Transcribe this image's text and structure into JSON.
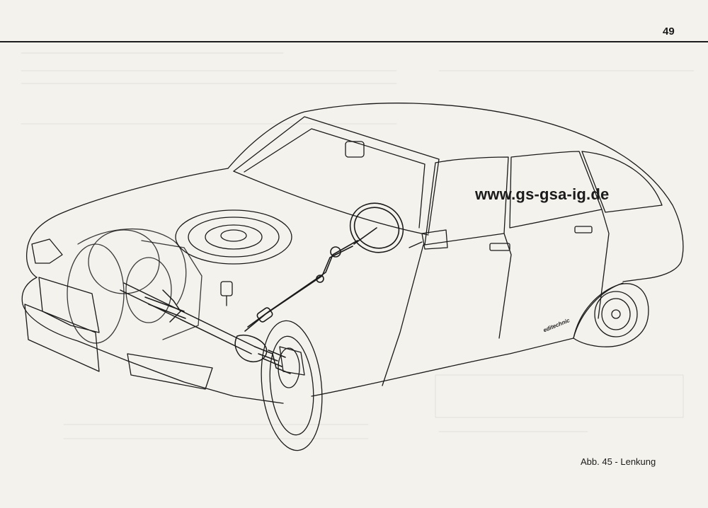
{
  "header": {
    "page_number": "49"
  },
  "watermark": {
    "text": "www.gs-gsa-ig.de"
  },
  "stamp": {
    "text": "editechnic"
  },
  "figure": {
    "caption": "Abb. 45 - Lenkung",
    "subject_icon": "car-steering-cutaway-illustration"
  },
  "colors": {
    "paper": "#f4f2ed",
    "ink": "#1a1a1a"
  }
}
